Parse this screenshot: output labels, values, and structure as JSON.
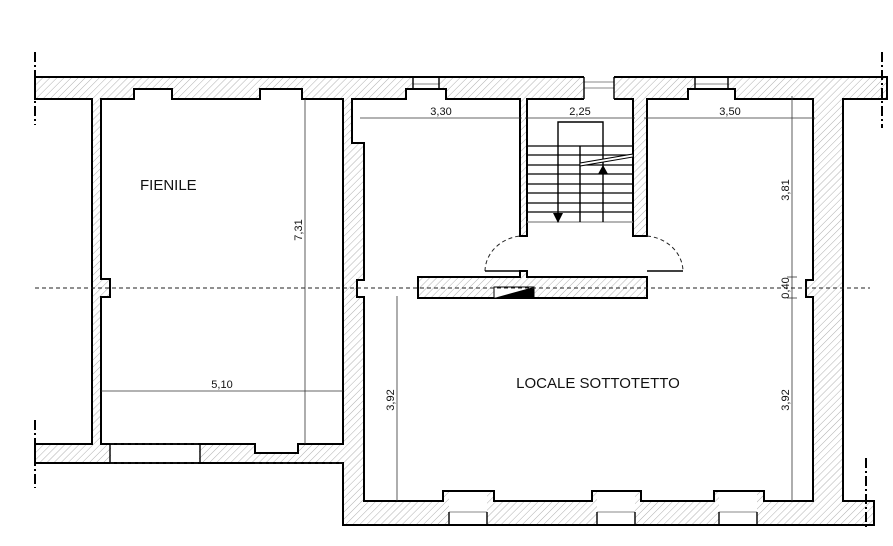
{
  "title": "Floor plan - attic level",
  "rooms": {
    "hayloft": "FIENILE",
    "attic": "LOCALE SOTTOTETTO"
  },
  "dimensions": {
    "hayloft_width": "5,10",
    "hayloft_depth": "7,31",
    "room_left_width": "3,30",
    "stair_width": "2,25",
    "room_right_width": "3,50",
    "room_right_depth": "3,81",
    "partition": "0,40",
    "attic_depth_left": "3,92",
    "attic_depth_right": "3,92"
  },
  "colors": {
    "line": "#000000",
    "hatch": "#b0b0b0"
  }
}
